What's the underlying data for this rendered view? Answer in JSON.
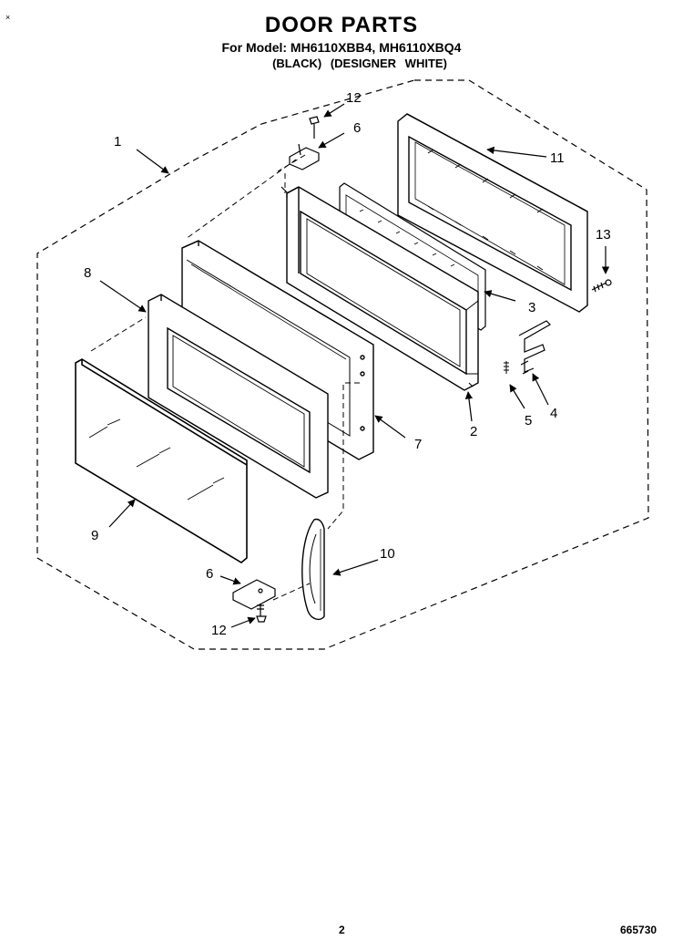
{
  "header": {
    "title": "DOOR PARTS",
    "models": "For Model: MH6110XBB4, MH6110XBQ4",
    "variants": "(BLACK)   (DESIGNER WHITE)"
  },
  "corner_mark": "×",
  "footer": {
    "page_number": "2",
    "document_number": "665730"
  },
  "callouts": {
    "c1": "1",
    "c2": "2",
    "c3": "3",
    "c4": "4",
    "c5": "5",
    "c6_top": "6",
    "c6_bottom": "6",
    "c7": "7",
    "c8": "8",
    "c9": "9",
    "c10": "10",
    "c11": "11",
    "c12_top": "12",
    "c12_bottom": "12",
    "c13": "13"
  }
}
